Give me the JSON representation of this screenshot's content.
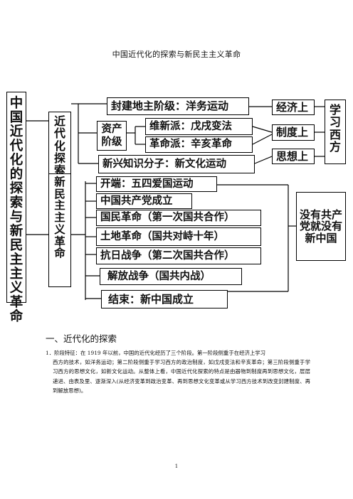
{
  "title": "中国近代化的探索与新民主主义革命",
  "diagram": {
    "root": "中国近代化的探索与新民主主义革命",
    "branch_modernization": "近代化探索",
    "branch_new_democratic": "新民主主义革命",
    "landlord_class": "封建地主阶级：洋务运动",
    "bourgeoisie": "资产阶级",
    "reform_faction": "维新派：戊戌变法",
    "revolution_faction": "革命派：辛亥革命",
    "new_intellectuals": "新兴知识分子：新文化运动",
    "economy": "经济上",
    "institution": "制度上",
    "thought": "思想上",
    "learn_west": "学习西方",
    "start": "开端：五四爱国运动",
    "cpc_founded": "中国共产党成立",
    "national_revolution": "国民革命（第一次国共合作）",
    "land_revolution": "土地革命（国共对峙十年）",
    "anti_japanese": "抗日战争（第二次国共合作）",
    "liberation_war": "解放战争（国共内战）",
    "end": "结束：新中国成立",
    "no_cpc": "没有共产党就没有新中国"
  },
  "section_heading": "一、近代化的探索",
  "paragraph": {
    "line1": "1．阶段特征：在 1919 年以前，中国的近代化经历了三个阶段。第一阶段侧重于在经济上学习",
    "rest": "西方的技术，如洋务运动；第二阶段侧重于学习西方的政治制度，如戊戌变法和辛亥革命；第三阶段侧重于学习西方的思想文化，如新文化运动。从整体上看，中国近代化探索的特点是由器物到制度再到思想文化，层层递进、由表及里、逐渐深入(从经济变革到政治变革、再到思想文化变革或从学习西方技术到改变封建制度、再到解放思想)。"
  },
  "page_number": "1"
}
